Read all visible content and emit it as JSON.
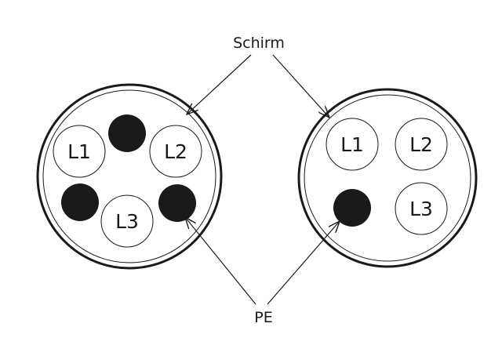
{
  "callouts": {
    "shield": "Schirm",
    "protective_earth": "PE"
  },
  "cable_5_core": {
    "conductors": [
      "L1",
      "L2",
      "L3"
    ]
  },
  "cable_4_core": {
    "conductors": [
      "L1",
      "L2",
      "L3"
    ]
  },
  "colors": {
    "line": "#1a1a1a",
    "background": "#ffffff"
  }
}
